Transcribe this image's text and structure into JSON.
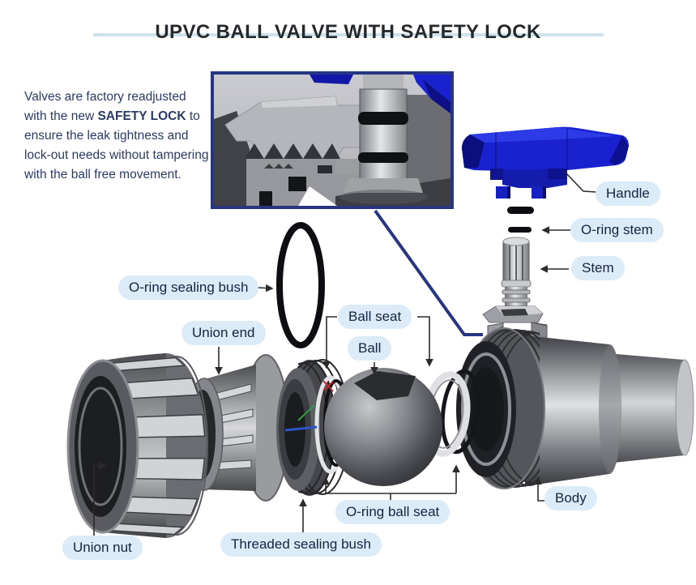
{
  "title": "UPVC BALL VALVE WITH SAFETY LOCK",
  "intro": {
    "pre": "Valves are factory readjusted with the new ",
    "bold": "SAFETY LOCK",
    "post": " to ensure the leak tightness and lock-out needs without tampering with the ball free movement."
  },
  "labels": {
    "handle": "Handle",
    "oring_stem": "O-ring stem",
    "stem": "Stem",
    "oring_sealing_bush": "O-ring sealing bush",
    "union_end": "Union end",
    "ball_seat": "Ball seat",
    "ball": "Ball",
    "body": "Body",
    "oring_ball_seat": "O-ring ball seat",
    "threaded_sealing_bush": "Threaded sealing bush",
    "union_nut": "Union nut"
  },
  "colors": {
    "accent_navy": "#283583",
    "label_bg": "#dcebf8",
    "label_text": "#17233f",
    "handle_blue": "#1a22cf",
    "title_rule": "#cfe2ec",
    "intro_text": "#2a3a66",
    "title_text": "#26292c"
  },
  "diagram": {
    "type": "exploded-view",
    "subject": "UPVC ball valve with safety lock",
    "parts_left_to_right": [
      "Union nut",
      "Union end",
      "Threaded sealing bush",
      "O-ring sealing bush",
      "Ball seat",
      "Ball",
      "O-ring ball seat",
      "Body",
      "Stem",
      "O-ring stem",
      "Handle"
    ],
    "inset": "cross-section close-up of the safety-lock thread mechanism connected by a navy callout line to the valve stem mount"
  }
}
